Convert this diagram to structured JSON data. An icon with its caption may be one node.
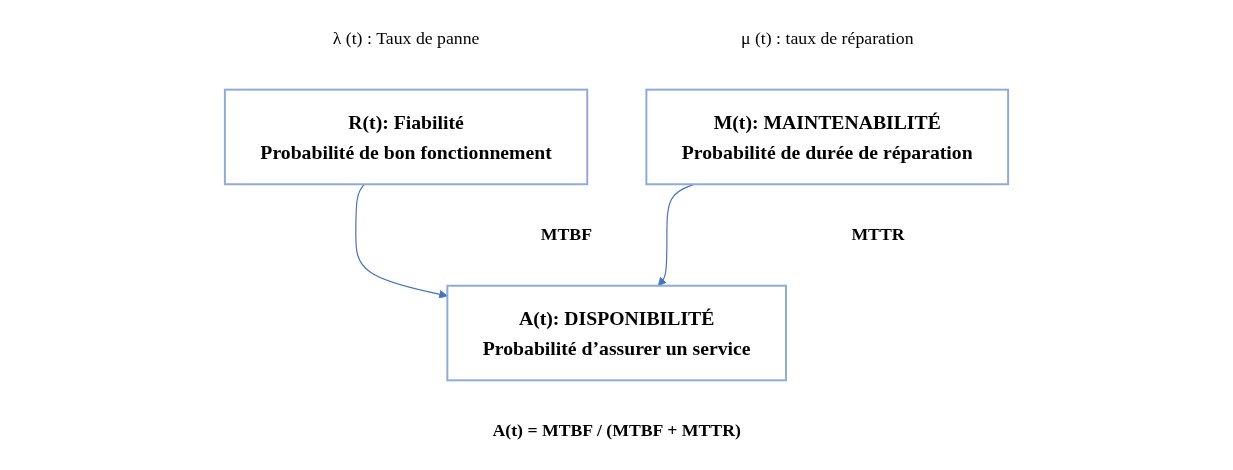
{
  "diagram": {
    "nodes": [
      {
        "text": [
          "R(t): Fiabilité",
          "Probabilité de bon fonctionnement"
        ],
        "beside": [
          "λ (t) : Taux de panne",
          "MTBF"
        ]
      },
      {
        "text": [
          "M(t):  MAINTENABILITÉ",
          "Probabilité de durée de réparation"
        ],
        "beside": [
          "μ (t) : taux de réparation",
          "MTTR"
        ]
      },
      {
        "text": [
          "A(t): DISPONIBILITÉ",
          "Probabilité d’assurer un service"
        ],
        "beside": [
          "A(t) = MTBF / (MTBF + MTTR)"
        ]
      }
    ],
    "edges": [
      {
        "from": 0,
        "to": 2,
        "arrow": "to"
      },
      {
        "from": 1,
        "to": 2,
        "arrow": "to"
      }
    ]
  }
}
